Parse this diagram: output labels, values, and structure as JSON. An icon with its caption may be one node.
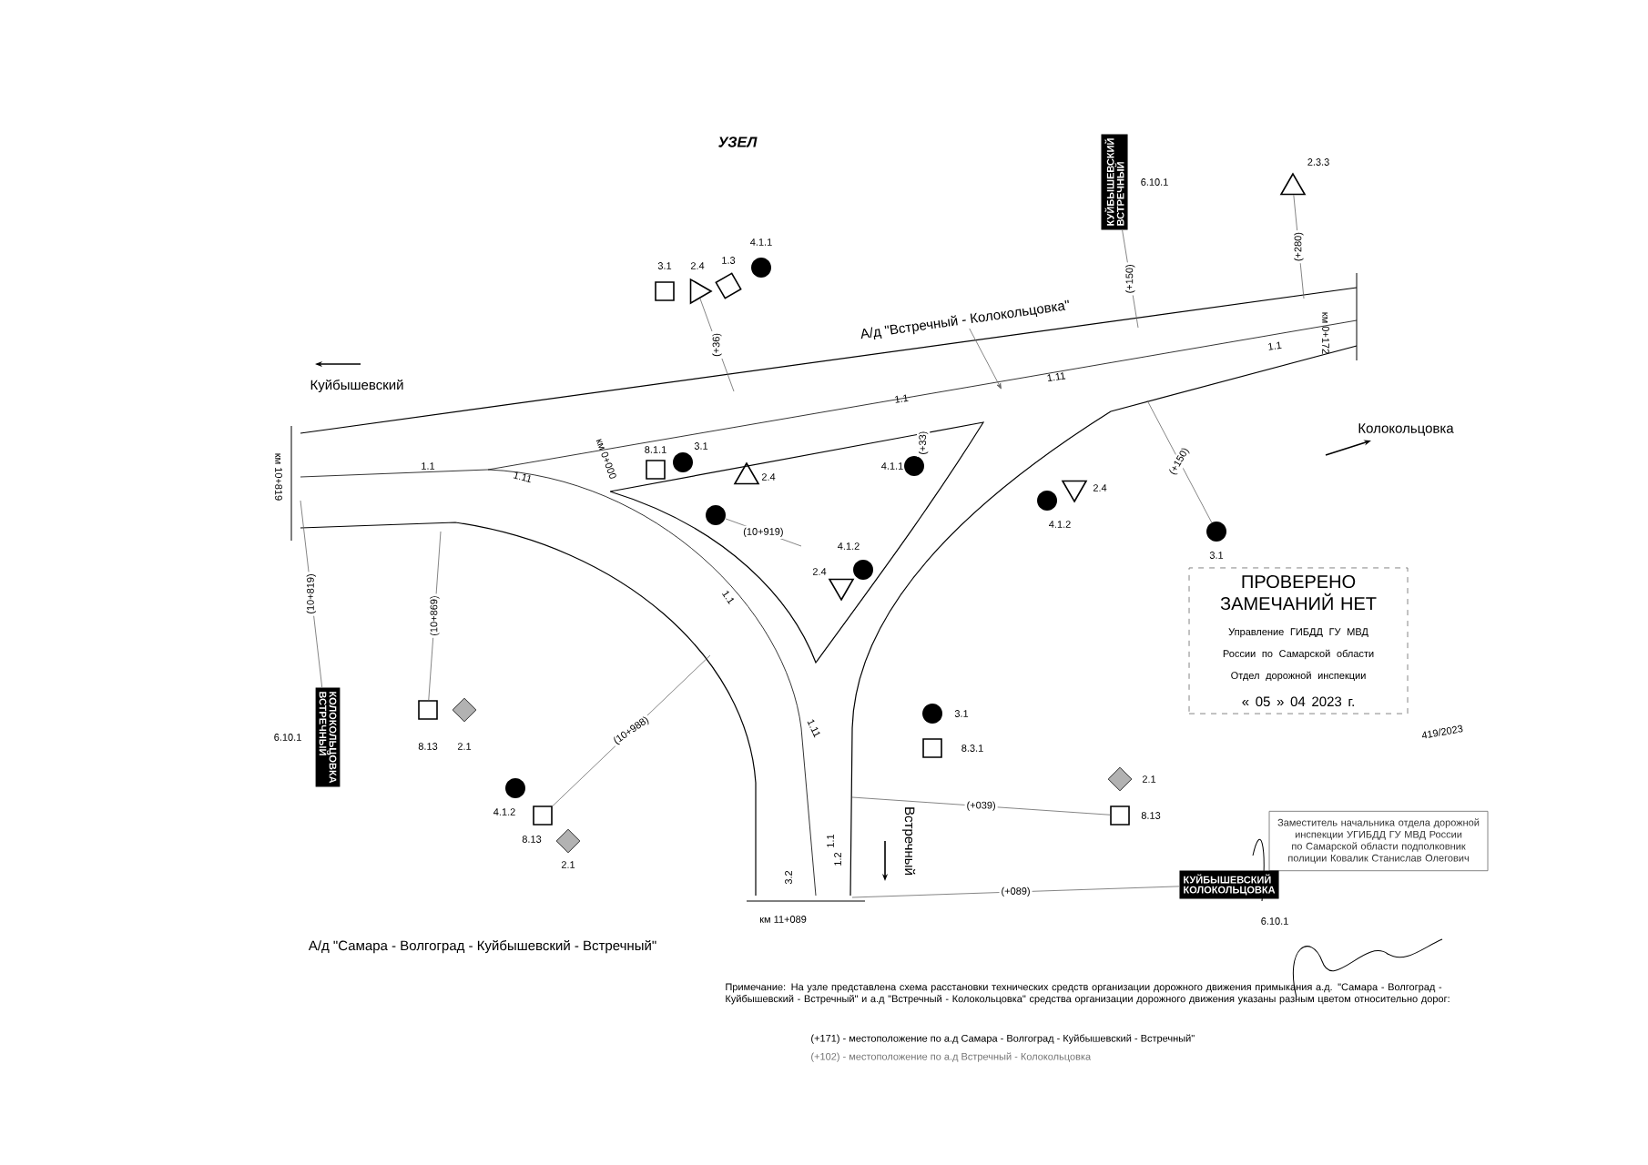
{
  "diagram": {
    "title": "УЗЕЛ",
    "nodes": [
      {
        "text": [
          "КУЙБЫШЕВСКИЙ",
          "ВСТРЕЧНЫЙ"
        ],
        "beside": [
          "6.10.1"
        ]
      },
      {
        "text": [],
        "shape": "triangle",
        "beside": [
          "2.3.3"
        ]
      },
      {
        "text": [],
        "shape": "box",
        "beside": [
          "3.1"
        ]
      },
      {
        "text": [],
        "shape": "triangle",
        "beside": [
          "2.4"
        ]
      },
      {
        "text": [],
        "shape": "box",
        "beside": [
          "1.3"
        ]
      },
      {
        "text": [],
        "shape": "circle",
        "beside": [
          "4.1.1"
        ]
      },
      {
        "text": [
          "А/д \"Встречный - Колокольцовка\""
        ]
      },
      {
        "text": [
          "Куйбышевский"
        ]
      },
      {
        "text": [
          "Колокольцовка"
        ]
      },
      {
        "text": [],
        "shape": "box",
        "beside": [
          "8.1.1"
        ]
      },
      {
        "text": [],
        "shape": "circle",
        "beside": [
          "3.1"
        ]
      },
      {
        "text": [],
        "shape": "triangle",
        "beside": [
          "2.4"
        ]
      },
      {
        "text": [],
        "shape": "circle",
        "beside": [
          "4.1.1"
        ]
      },
      {
        "text": [],
        "shape": "circle"
      },
      {
        "text": [],
        "shape": "triangle",
        "beside": [
          "2.4"
        ]
      },
      {
        "text": [],
        "shape": "circle",
        "beside": [
          "4.1.2"
        ]
      },
      {
        "text": [],
        "shape": "circle",
        "beside": [
          "4.1.2"
        ]
      },
      {
        "text": [],
        "shape": "triangle",
        "beside": [
          "2.4"
        ]
      },
      {
        "text": [],
        "shape": "circle",
        "beside": [
          "3.1"
        ]
      },
      {
        "text": [
          "ПРОВЕРЕНО ЗАМЕЧАНИЙ НЕТ",
          "Управление ГИБДД ГУ МВД России по Самарской области Отдел дорожной инспекции",
          "« 05 » 04 2023 г."
        ]
      },
      {
        "text": [
          "Заместитель начальника отдела дорожной инспекции УГИБДД ГУ МВД России по Самарской области подполковник полиции Ковалик Станислав Олегович"
        ]
      },
      {
        "text": [
          "КОЛОКОЛЬЦОВКА",
          "ВСТРЕЧНЫЙ"
        ],
        "beside": [
          "6.10.1"
        ]
      },
      {
        "text": [],
        "shape": "box",
        "beside": [
          "8.13"
        ]
      },
      {
        "text": [],
        "shape": "diamond",
        "beside": [
          "2.1"
        ]
      },
      {
        "text": [],
        "shape": "circle",
        "beside": [
          "4.1.2"
        ]
      },
      {
        "text": [],
        "shape": "box",
        "beside": [
          "8.13"
        ]
      },
      {
        "text": [],
        "shape": "diamond",
        "beside": [
          "2.1"
        ]
      },
      {
        "text": [],
        "shape": "circle",
        "beside": [
          "3.1"
        ]
      },
      {
        "text": [],
        "shape": "box",
        "beside": [
          "8.3.1"
        ]
      },
      {
        "text": [],
        "shape": "diamond",
        "beside": [
          "2.1"
        ]
      },
      {
        "text": [],
        "shape": "box",
        "beside": [
          "8.13"
        ]
      },
      {
        "text": [
          "КУЙБЫШЕВСКИЙ",
          "КОЛОКОЛЬЦОВКА"
        ],
        "beside": [
          "6.10.1"
        ]
      },
      {
        "text": [
          "Встречный"
        ]
      },
      {
        "text": [
          "А/д \"Самара - Волгоград - Куйбышевский - Встречный\""
        ]
      }
    ],
    "edges": [
      {
        "from": 0,
        "to": null,
        "arrow": "none",
        "label": "(+150)"
      },
      {
        "from": 1,
        "to": null,
        "arrow": "none",
        "label": "(+280)"
      },
      {
        "from": 3,
        "to": null,
        "arrow": "none",
        "label": "(+36)"
      },
      {
        "from": 6,
        "to": null,
        "arrow": "to"
      },
      {
        "from": 12,
        "to": null,
        "arrow": "none",
        "label": "(+33)"
      },
      {
        "from": 13,
        "to": null,
        "arrow": "none",
        "label": "(10+919)"
      },
      {
        "from": 18,
        "to": null,
        "arrow": "none",
        "label": "(+150)"
      },
      {
        "from": 21,
        "to": null,
        "arrow": "none",
        "label": "(10+819)"
      },
      {
        "from": 22,
        "to": null,
        "arrow": "none",
        "label": "(10+869)"
      },
      {
        "from": 25,
        "to": null,
        "arrow": "none",
        "label": "(10+988)"
      },
      {
        "from": 30,
        "to": null,
        "arrow": "none",
        "label": "(+039)"
      },
      {
        "from": 31,
        "to": null,
        "arrow": "none",
        "label": "(+089)"
      }
    ],
    "labels": [
      "км 0+172",
      "км 10+819",
      "км 0+000",
      "км 11+089",
      "1.1",
      "1.11",
      "1.1",
      "1.1",
      "1.11",
      "1.1",
      "1.11",
      "1.1",
      "3.2",
      "1.2",
      "419/2023",
      "Примечание: На узле представлена схема расстановки технических средств организации дорожного движения примыкания а.д. \"Самара - Волгоград - Куйбышевский - Встречный\" и а.д \"Встречный - Колокольцовка\" средства организации дорожного движения указаны разным цветом относительно дорог:",
      "(+171) - местоположение по а.д Самара - Волгоград - Куйбышевский - Встречный\"",
      "(+102) - местоположение по а.д Встречный - Колокольцовка"
    ]
  }
}
